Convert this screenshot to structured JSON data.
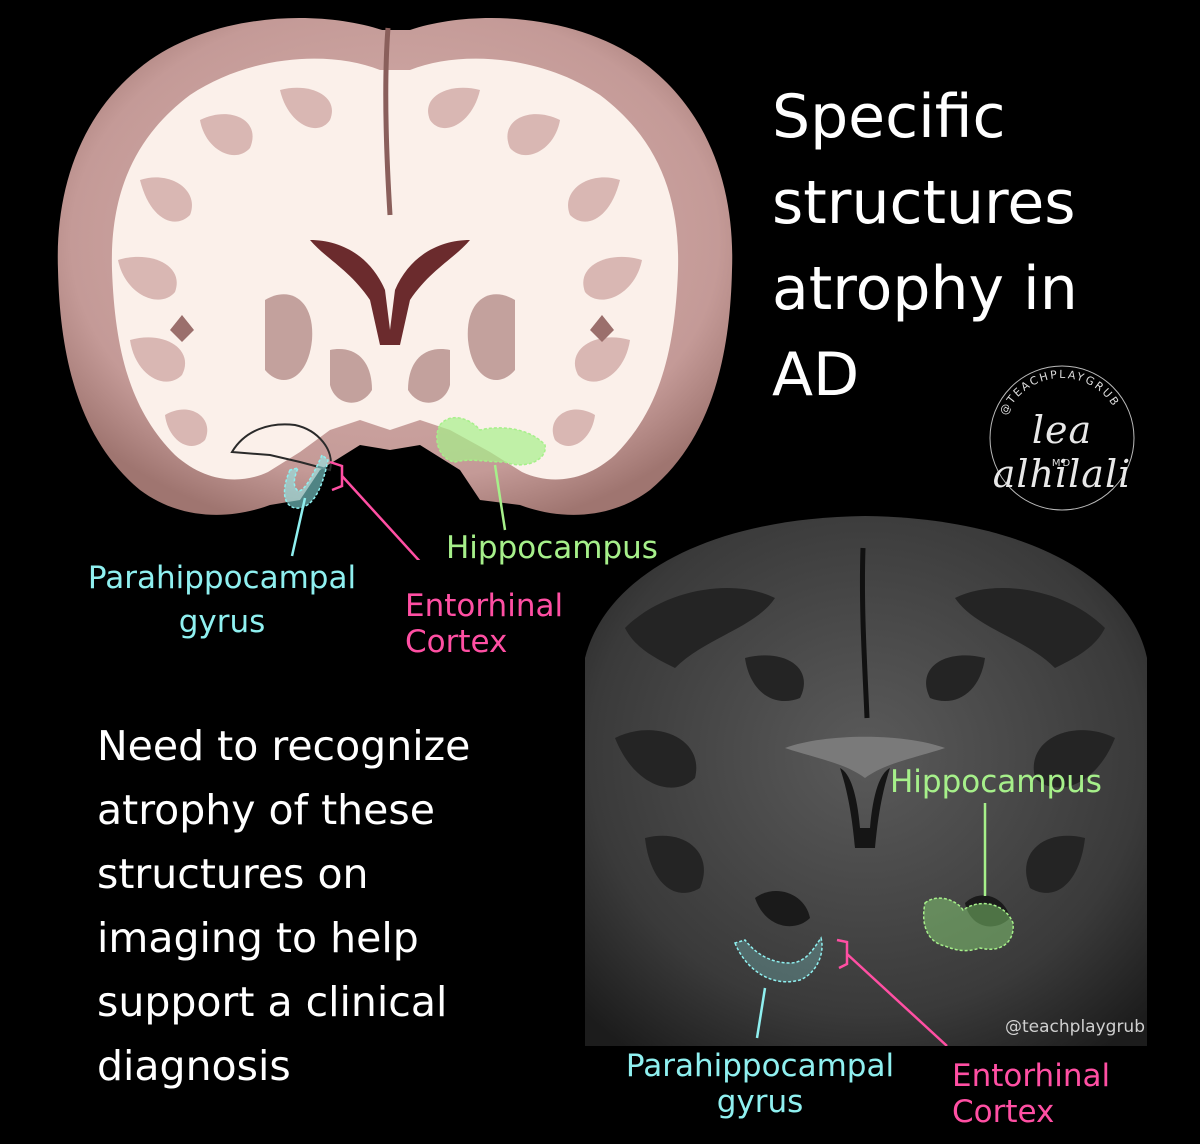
{
  "title_lines": [
    "Specific",
    "structures",
    "atrophy in",
    "AD"
  ],
  "body_lines": [
    "Need to recognize",
    "atrophy of these",
    "structures on",
    "imaging to help",
    "support a clinical",
    "diagnosis"
  ],
  "illustration_labels": {
    "parahippocampal_line1": "Parahippocampal",
    "parahippocampal_line2": "gyrus",
    "entorhinal_line1": "Entorhinal",
    "entorhinal_line2": "Cortex",
    "hippocampus": "Hippocampus"
  },
  "mri_labels": {
    "hippocampus": "Hippocampus",
    "parahippocampal_line1": "Parahippocampal",
    "parahippocampal_line2": "gyrus",
    "entorhinal_line1": "Entorhinal",
    "entorhinal_line2": "Cortex"
  },
  "signature": {
    "name": "lea alhilali",
    "ring_text": "@TEACHPLAYGRUB",
    "suffix": "MD"
  },
  "watermark": "@teachplaygrub",
  "colors": {
    "background": "#000000",
    "parahippocampal": "#8ff0f0",
    "entorhinal": "#ff4fa3",
    "hippocampus": "#a6f08a",
    "cortex": "#c9a3a0",
    "white_matter": "#fbf0ea"
  }
}
